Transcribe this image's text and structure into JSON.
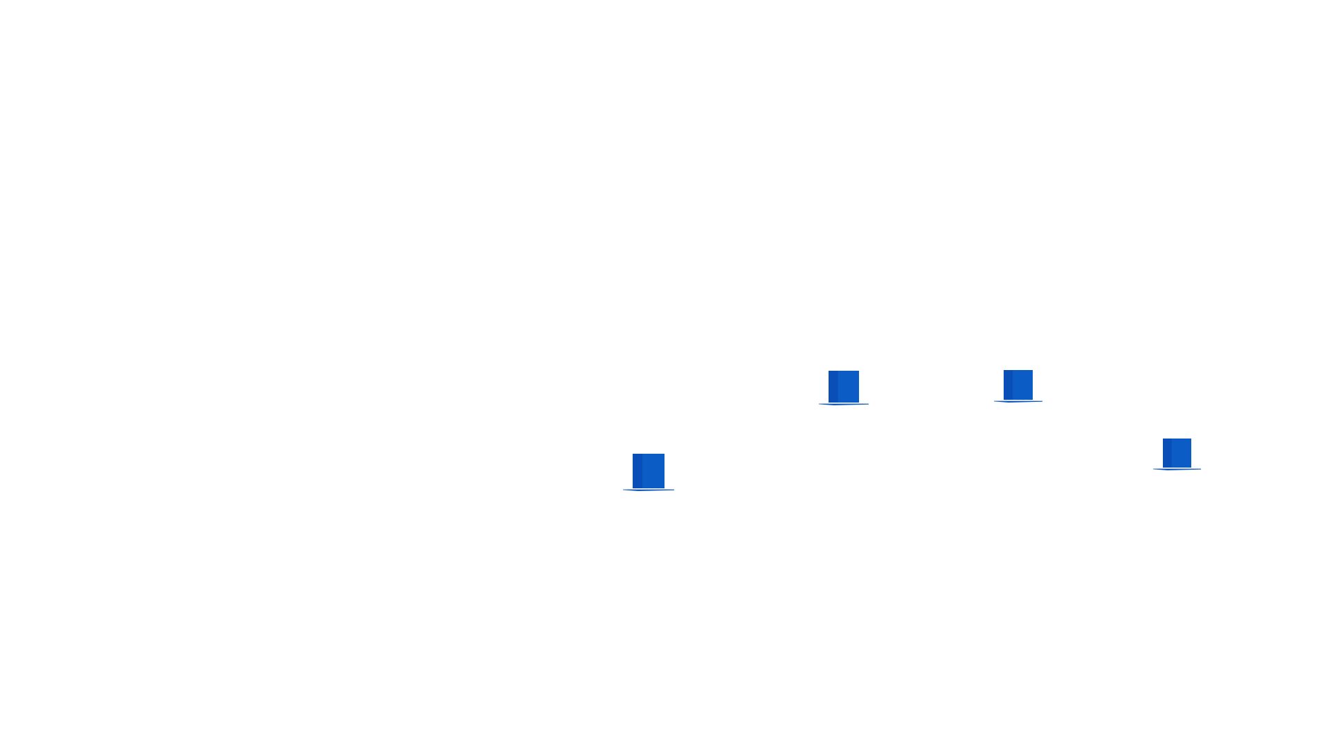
{
  "scene": {
    "background_color": "#ffffff",
    "block_color": "#0b5cc4",
    "block_shade_color": "#0a4fb8",
    "blocks": [
      {
        "id": "block-1"
      },
      {
        "id": "block-2"
      },
      {
        "id": "block-3"
      },
      {
        "id": "block-4"
      }
    ]
  }
}
